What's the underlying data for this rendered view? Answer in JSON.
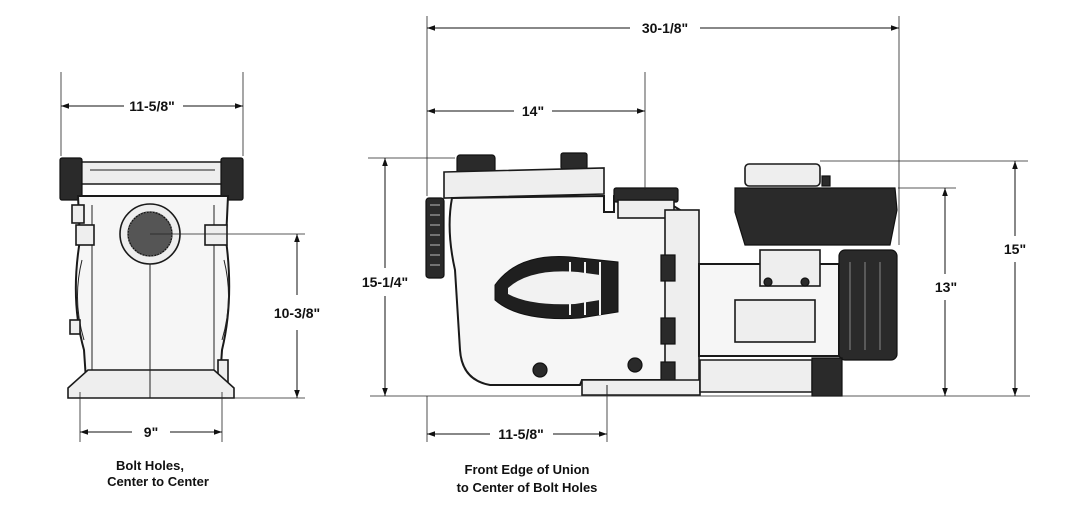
{
  "dimensions": {
    "side_width": "11-5/8\"",
    "side_height": "10-3/8\"",
    "bolt_spacing": "9\"",
    "overall_length": "30-1/8\"",
    "union_to_center": "14\"",
    "front_height": "15-1/4\"",
    "height_13": "13\"",
    "height_15": "15\"",
    "union_to_bolts": "11-5/8\""
  },
  "captions": {
    "bolt_holes_line1": "Bolt Holes,",
    "bolt_holes_line2": "Center to Center",
    "union_line1": "Front Edge of Union",
    "union_line2": "to Center of Bolt Holes"
  }
}
